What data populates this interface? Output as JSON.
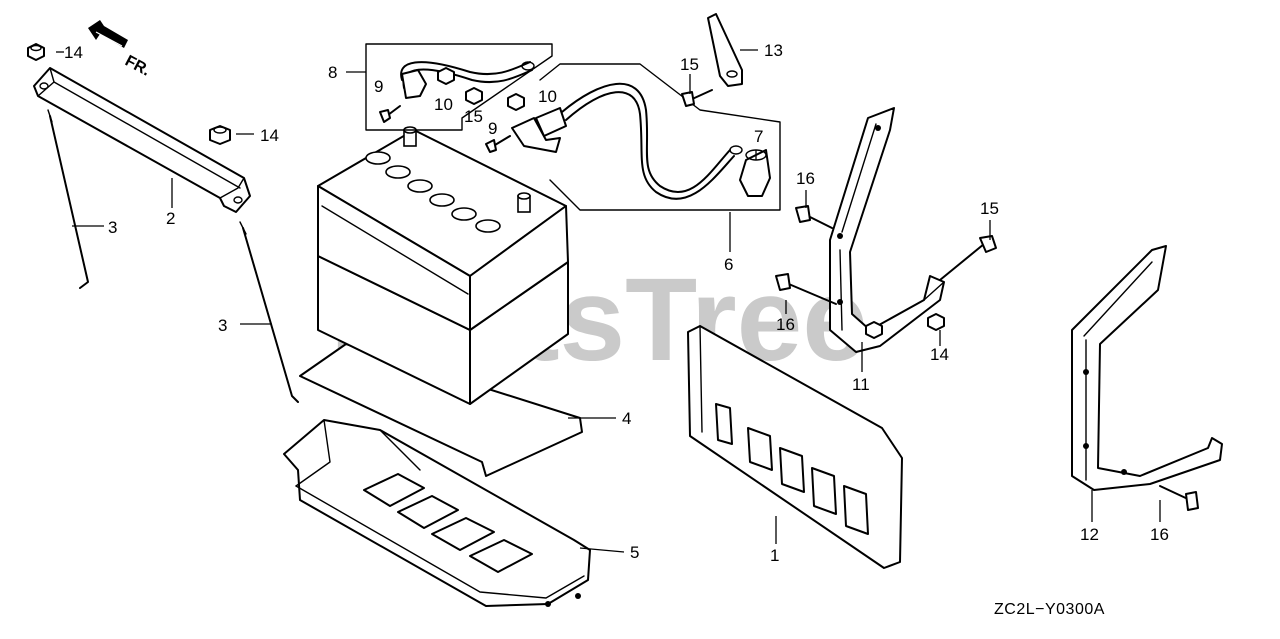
{
  "diagram": {
    "watermark": "PartsTree",
    "direction_label": "FR.",
    "diagram_code": "ZC2L−Y0300A",
    "colors": {
      "line": "#000000",
      "background": "#ffffff",
      "watermark": "#b9b9b9"
    },
    "callouts": {
      "c1": "1",
      "c2": "2",
      "c3a": "3",
      "c3b": "3",
      "c4": "4",
      "c5": "5",
      "c6": "6",
      "c7": "7",
      "c8": "8",
      "c9a": "9",
      "c9b": "9",
      "c10a": "10",
      "c10b": "10",
      "c11": "11",
      "c12": "12",
      "c13": "13",
      "c14a": "14",
      "c14b": "14",
      "c14c": "14",
      "c15a": "15",
      "c15b": "15",
      "c15c": "15",
      "c16a": "16",
      "c16b": "16",
      "c16c": "16"
    }
  }
}
